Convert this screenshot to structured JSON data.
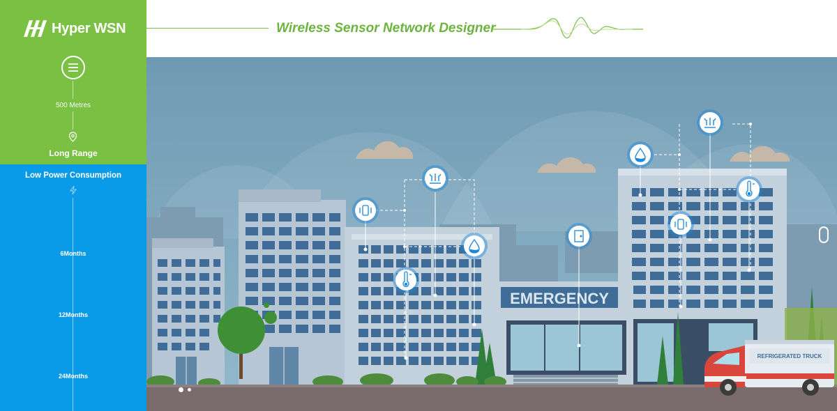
{
  "sidebar": {
    "brand": "Hyper WSN",
    "range_value": "500 Metres",
    "range_label": "Long Range",
    "power_label": "Low Power Consumption",
    "months": [
      "6Months",
      "12Months",
      "24Months"
    ]
  },
  "header": {
    "title": "Wireless Sensor Network Designer"
  },
  "scene": {
    "emergency_sign": "EMERGENCY",
    "truck_label": "REFRIGERATED TRUCK"
  },
  "colors": {
    "green": "#7ac143",
    "blue": "#0a9be8",
    "sensor_blue": "#1e88d9"
  }
}
